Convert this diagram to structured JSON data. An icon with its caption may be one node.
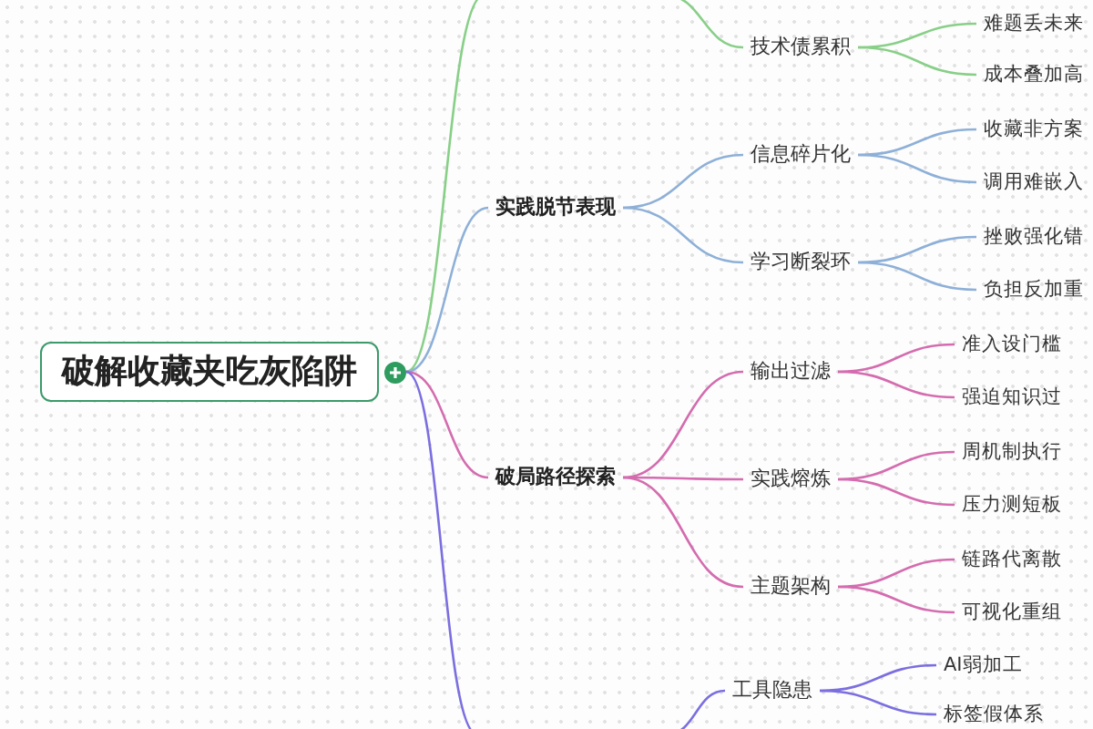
{
  "diagram": {
    "nodes": [
      {
        "text": [
          "破解收藏夹吃灰陷阱"
        ]
      },
      {
        "text": [
          "技术债累积"
        ]
      },
      {
        "text": [
          "难题丢未来"
        ]
      },
      {
        "text": [
          "成本叠加高"
        ]
      },
      {
        "text": [
          "实践脱节表现"
        ]
      },
      {
        "text": [
          "信息碎片化"
        ]
      },
      {
        "text": [
          "收藏非方案"
        ]
      },
      {
        "text": [
          "调用难嵌入"
        ]
      },
      {
        "text": [
          "学习断裂环"
        ]
      },
      {
        "text": [
          "挫败强化错"
        ]
      },
      {
        "text": [
          "负担反加重"
        ]
      },
      {
        "text": [
          "破局路径探索"
        ]
      },
      {
        "text": [
          "输出过滤"
        ]
      },
      {
        "text": [
          "准入设门槛"
        ]
      },
      {
        "text": [
          "强迫知识过"
        ]
      },
      {
        "text": [
          "实践熔炼"
        ]
      },
      {
        "text": [
          "周机制执行"
        ]
      },
      {
        "text": [
          "压力测短板"
        ]
      },
      {
        "text": [
          "主题架构"
        ]
      },
      {
        "text": [
          "链路代离散"
        ]
      },
      {
        "text": [
          "可视化重组"
        ]
      },
      {
        "text": [
          "工具隐患"
        ]
      },
      {
        "text": [
          "AI弱加工"
        ]
      },
      {
        "text": [
          "标签假体系"
        ]
      }
    ],
    "edges": [
      {
        "from": 0,
        "to": null,
        "arrow": "none",
        "color": "#88cf88"
      },
      {
        "from": null,
        "to": 1,
        "arrow": "none",
        "color": "#88cf88"
      },
      {
        "from": 1,
        "to": 2,
        "arrow": "none",
        "color": "#88cf88"
      },
      {
        "from": 1,
        "to": 3,
        "arrow": "none",
        "color": "#88cf88"
      },
      {
        "from": 0,
        "to": 4,
        "arrow": "none",
        "color": "#8eb0d8"
      },
      {
        "from": 4,
        "to": 5,
        "arrow": "none",
        "color": "#8eb0d8"
      },
      {
        "from": 4,
        "to": 8,
        "arrow": "none",
        "color": "#8eb0d8"
      },
      {
        "from": 5,
        "to": 6,
        "arrow": "none",
        "color": "#8eb0d8"
      },
      {
        "from": 5,
        "to": 7,
        "arrow": "none",
        "color": "#8eb0d8"
      },
      {
        "from": 8,
        "to": 9,
        "arrow": "none",
        "color": "#8eb0d8"
      },
      {
        "from": 8,
        "to": 10,
        "arrow": "none",
        "color": "#8eb0d8"
      },
      {
        "from": 0,
        "to": 11,
        "arrow": "none"
      },
      {
        "from": 11,
        "to": 12,
        "arrow": "none"
      },
      {
        "from": 11,
        "to": 15,
        "arrow": "none"
      },
      {
        "from": 11,
        "to": 18,
        "arrow": "none"
      },
      {
        "from": 12,
        "to": 13,
        "arrow": "none"
      },
      {
        "from": 12,
        "to": 14,
        "arrow": "none"
      },
      {
        "from": 15,
        "to": 16,
        "arrow": "none"
      },
      {
        "from": 15,
        "to": 17,
        "arrow": "none"
      },
      {
        "from": 18,
        "to": 19,
        "arrow": "none"
      },
      {
        "from": 18,
        "to": 20,
        "arrow": "none"
      },
      {
        "from": 0,
        "to": null,
        "arrow": "none",
        "color": "#7b6fe0"
      },
      {
        "from": null,
        "to": 21,
        "arrow": "none",
        "color": "#7b6fe0"
      },
      {
        "from": 21,
        "to": 22,
        "arrow": "none",
        "color": "#7b6fe0"
      },
      {
        "from": 21,
        "to": 23,
        "arrow": "none",
        "color": "#7b6fe0"
      }
    ]
  }
}
